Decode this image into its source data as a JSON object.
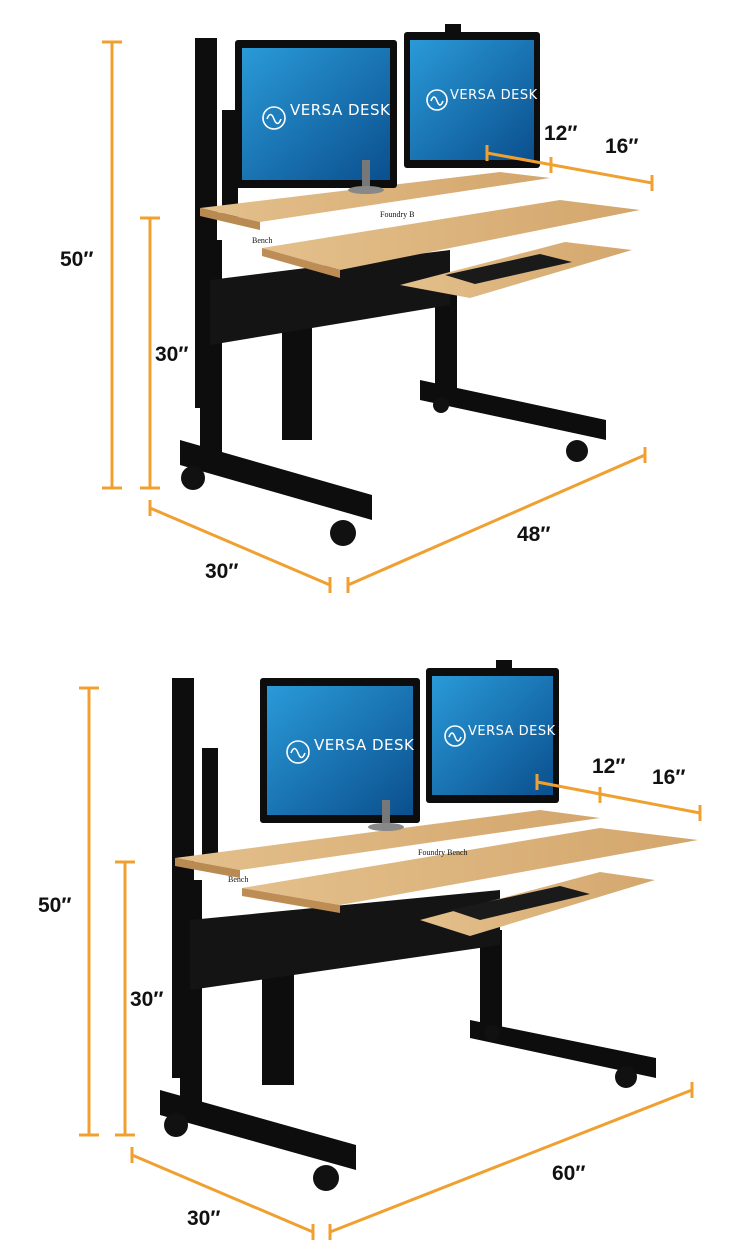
{
  "colors": {
    "dimension": "#F0A030",
    "frame": "#0d0d0d",
    "wood": "#DDB47E",
    "screen": "#1a7fc0"
  },
  "desk_48": {
    "height_total": "50″",
    "height_desk": "30″",
    "depth": "30″",
    "width": "48″",
    "upper_shelf_depth": "12″",
    "lower_depth": "16″",
    "monitor_brand": "VERSA DESK",
    "bench_label": "Foundry B",
    "bench_side_label": "Bench"
  },
  "desk_60": {
    "height_total": "50″",
    "height_desk": "30″",
    "depth": "30″",
    "width": "60″",
    "upper_shelf_depth": "12″",
    "lower_depth": "16″",
    "monitor_brand": "VERSA DESK",
    "bench_label": "Foundry Bench",
    "bench_side_label": "Bench"
  },
  "icons": {
    "logo": "versa-desk-wave-icon"
  }
}
